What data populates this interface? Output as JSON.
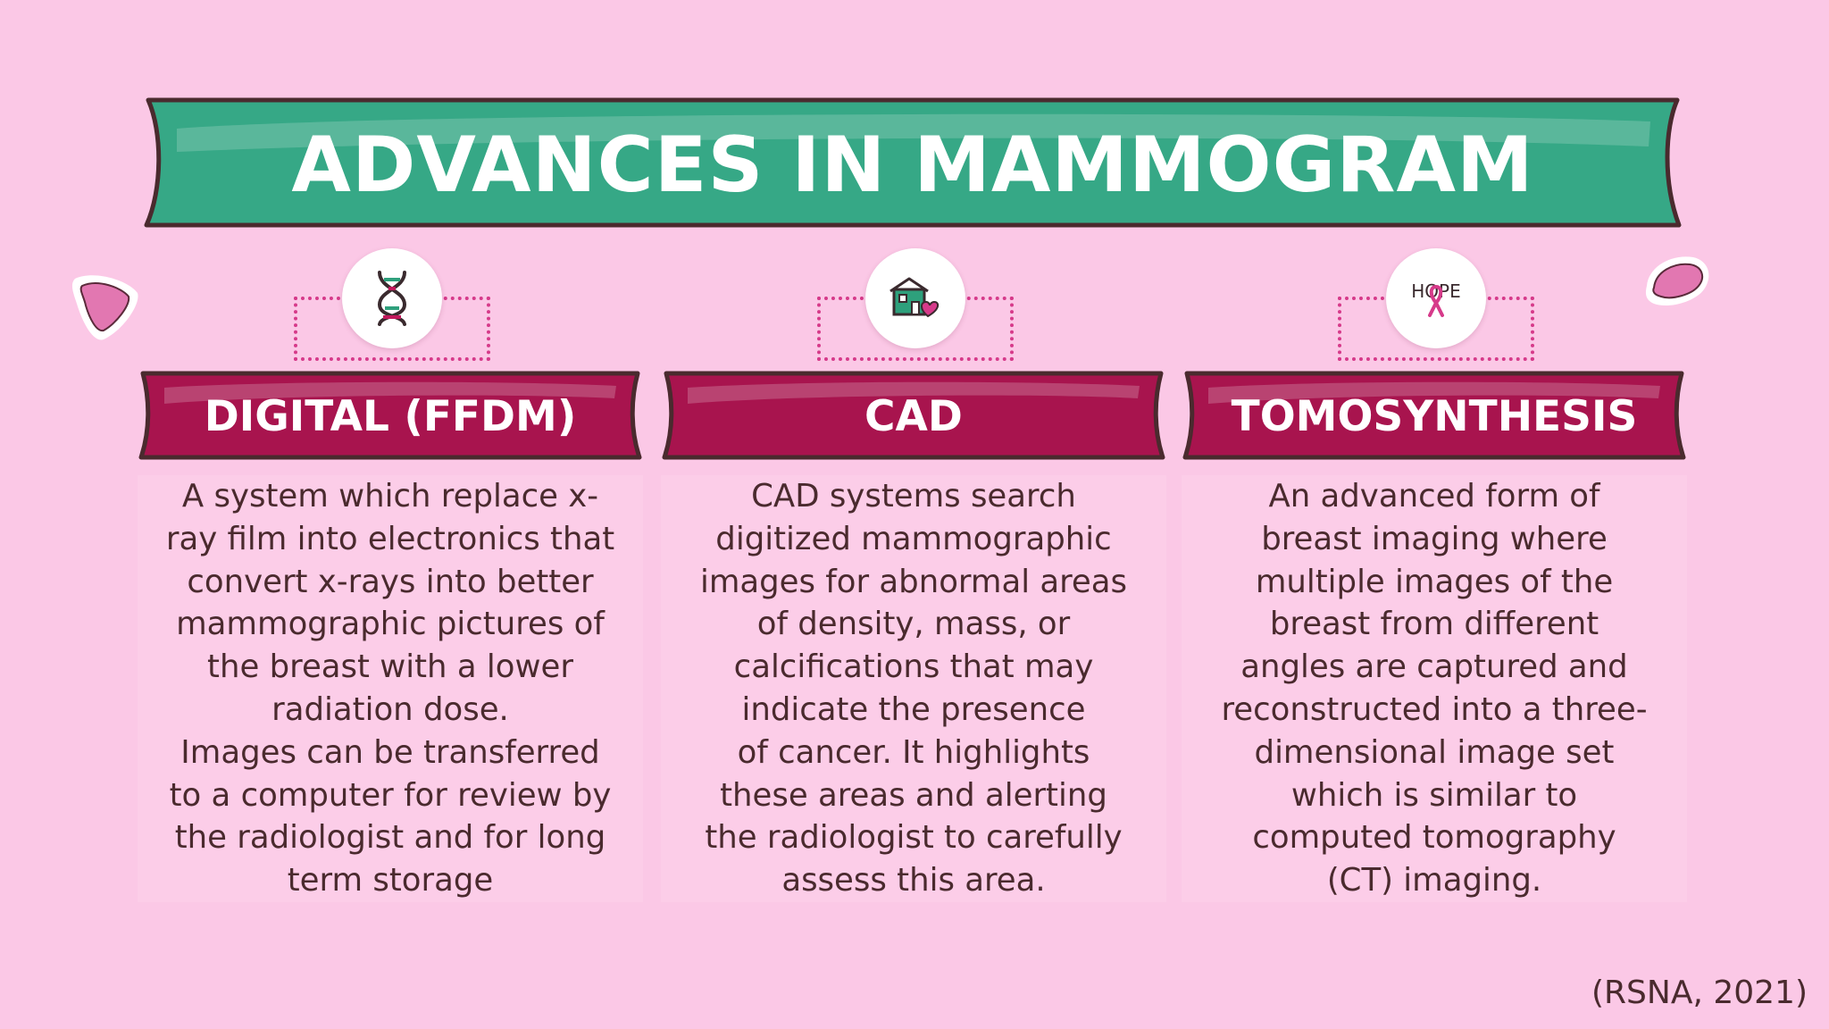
{
  "title": "ADVANCES IN MAMMOGRAM",
  "colors": {
    "background": "#fbc8e6",
    "title_banner": "#36a886",
    "ribbon": "#a8144e",
    "dots": "#d63a8a",
    "text": "#4a2a2e"
  },
  "columns": [
    {
      "icon": "dna-icon",
      "heading": "DIGITAL (FFDM)",
      "text": "A system which replace x-\nray film into electronics that\nconvert x-rays into better\nmammographic pictures of\nthe breast with a lower\nradiation dose.\nImages can be transferred\nto a computer for review by\nthe radiologist and for long\nterm storage"
    },
    {
      "icon": "house-heart-icon",
      "heading": "CAD",
      "text": "CAD systems search\ndigitized mammographic\nimages for abnormal areas\nof density, mass, or\ncalcifications that may\nindicate the presence\nof cancer. It highlights\nthese areas and alerting\nthe radiologist to carefully\nassess this area."
    },
    {
      "icon": "hope-ribbon-icon",
      "heading": "TOMOSYNTHESIS",
      "icon_text": "HOPE",
      "text": "An advanced form of\nbreast imaging where\nmultiple images of the\nbreast from different\nangles are captured and\nreconstructed into a three-\ndimensional image set\nwhich is similar to\ncomputed tomography\n(CT) imaging."
    }
  ],
  "citation": "(RSNA, 2021)"
}
